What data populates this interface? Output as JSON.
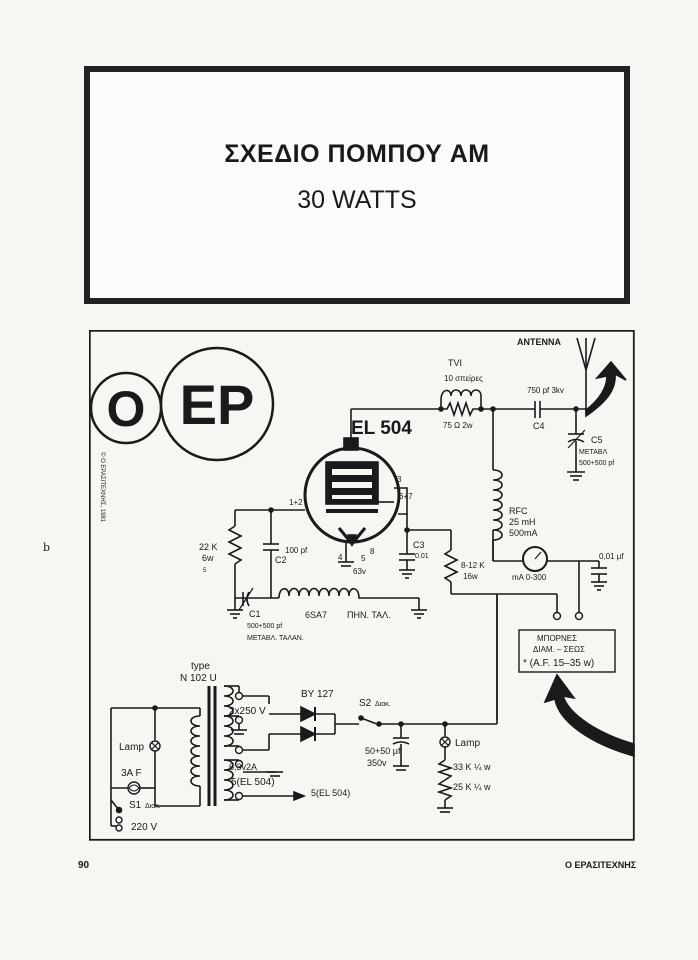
{
  "header": {
    "title": "ΣΧΕΔΙΟ ΠΟΜΠΟΥ AM",
    "subtitle": "30 WATTS"
  },
  "logo": {
    "left": "O",
    "right": "EP"
  },
  "copyright": "© Ο ΕΡΑΣΙΤΕΧΝΗΣ, 1981",
  "schematic": {
    "antenna": "ANTENNA",
    "tvi": "TVI",
    "tvi_turns": "10 σπείρες",
    "tvi_res": "75 Ω 2w",
    "cap_750": "750 pf 3kv",
    "c4": "C4",
    "c5": "C5",
    "c5_type": "ΜΕΤΑΒΛ",
    "c5_value": "500+500 pf",
    "tube": "EL 504",
    "pin3": "3",
    "pin67": "6+7",
    "pin12": "1+2",
    "pin4": "4",
    "pin5": "5",
    "pin8": "8",
    "heater": "63v",
    "rfc": "RFC",
    "rfc_l": "25 mH",
    "rfc_i": "500mA",
    "meter_label": "mA  0-300",
    "cap_001_right": "0,01 μf",
    "r22k": "22 K",
    "r22k_w": "6w",
    "r22k_side": "5",
    "c2_value": "100 pf",
    "c2": "C2",
    "c3": "C3",
    "c3_value": "0.01",
    "r812k": "8-12 K",
    "r812k_w": "16w",
    "c1": "C1",
    "c1_value": "500+500 pf",
    "c1_type": "ΜΕΤΑΒΛ. ΤΑΛΑΝ.",
    "osc_coil": "6SA7",
    "osc_coil2": "ΠΗΝ. ΤΑΛ.",
    "mod_box_1": "ΜΠΟΡΝΕΣ",
    "mod_box_2": "ΔΙΑΜ. – ΣΕΩΣ",
    "mod_box_3": "* (A.F. 15–35 w)",
    "tr_type": "type",
    "tr_model": "N 102 U",
    "rect": "BY 127",
    "s2": "S2",
    "s2_sub": "Διακ.",
    "sec_hv": "2x250 V",
    "sec_fil": "6,3v2A",
    "fil_to": "5(EL 504)",
    "filter_cap": "50+50 μf",
    "filter_v": "350v",
    "lamp_right": "Lamp",
    "r33k": "33 K  ¼ w",
    "r25k": "25 K  ¼ w",
    "lamp_left": "Lamp",
    "fuse": "3A F",
    "s1": "S1",
    "s1_sub": "Διακ.",
    "mains": "220 V"
  },
  "footer": {
    "page_number": "90",
    "magazine": "Ο ΕΡΑΣΙΤΕΧΝΗΣ"
  },
  "margin_note": "b"
}
